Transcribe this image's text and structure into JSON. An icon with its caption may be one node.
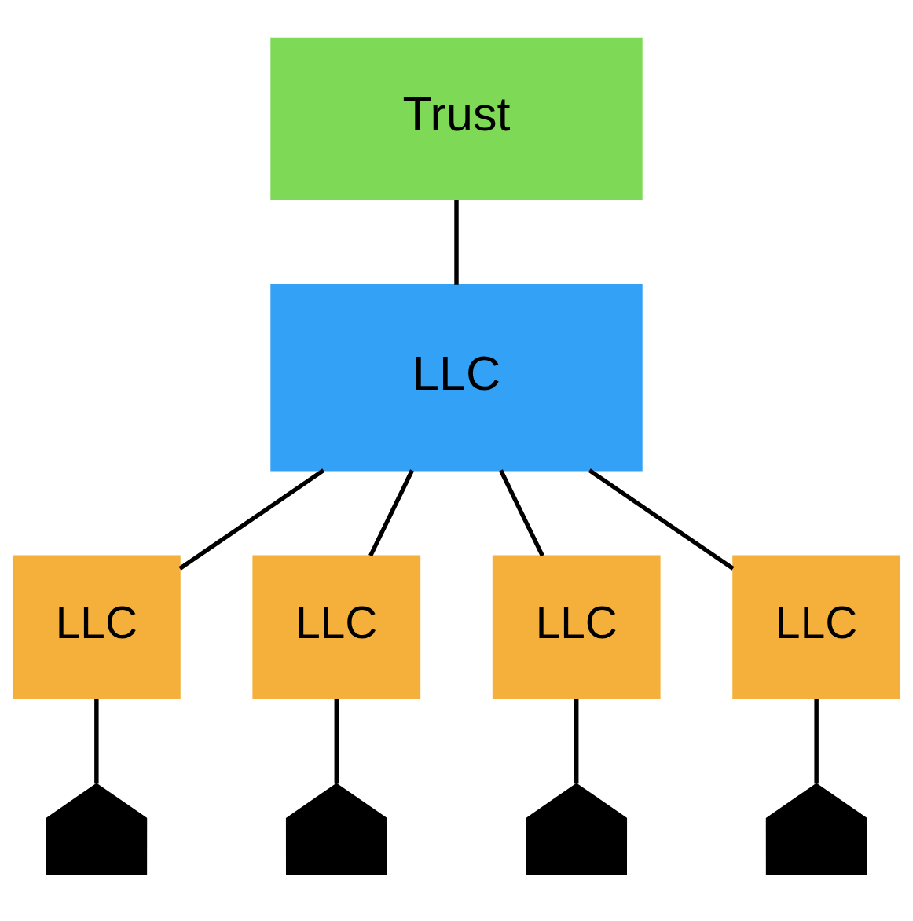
{
  "diagram": {
    "nodes": [
      {
        "text": [
          "Trust"
        ]
      },
      {
        "text": [
          "LLC"
        ]
      },
      {
        "text": [
          "LLC"
        ]
      },
      {
        "text": [
          "LLC"
        ]
      },
      {
        "text": [
          "LLC"
        ]
      },
      {
        "text": [
          "LLC"
        ]
      },
      {
        "text": [],
        "shape": "picture"
      },
      {
        "text": [],
        "shape": "picture"
      },
      {
        "text": [],
        "shape": "picture"
      },
      {
        "text": [],
        "shape": "picture"
      }
    ],
    "edges": [
      {
        "from": 0,
        "to": 1,
        "arrow": "none"
      },
      {
        "from": 1,
        "to": 2,
        "arrow": "none"
      },
      {
        "from": 1,
        "to": 3,
        "arrow": "none"
      },
      {
        "from": 1,
        "to": 4,
        "arrow": "none"
      },
      {
        "from": 1,
        "to": 5,
        "arrow": "none"
      },
      {
        "from": 2,
        "to": 6,
        "arrow": "none"
      },
      {
        "from": 3,
        "to": 7,
        "arrow": "none"
      },
      {
        "from": 4,
        "to": 8,
        "arrow": "none"
      },
      {
        "from": 5,
        "to": 9,
        "arrow": "none"
      }
    ]
  }
}
